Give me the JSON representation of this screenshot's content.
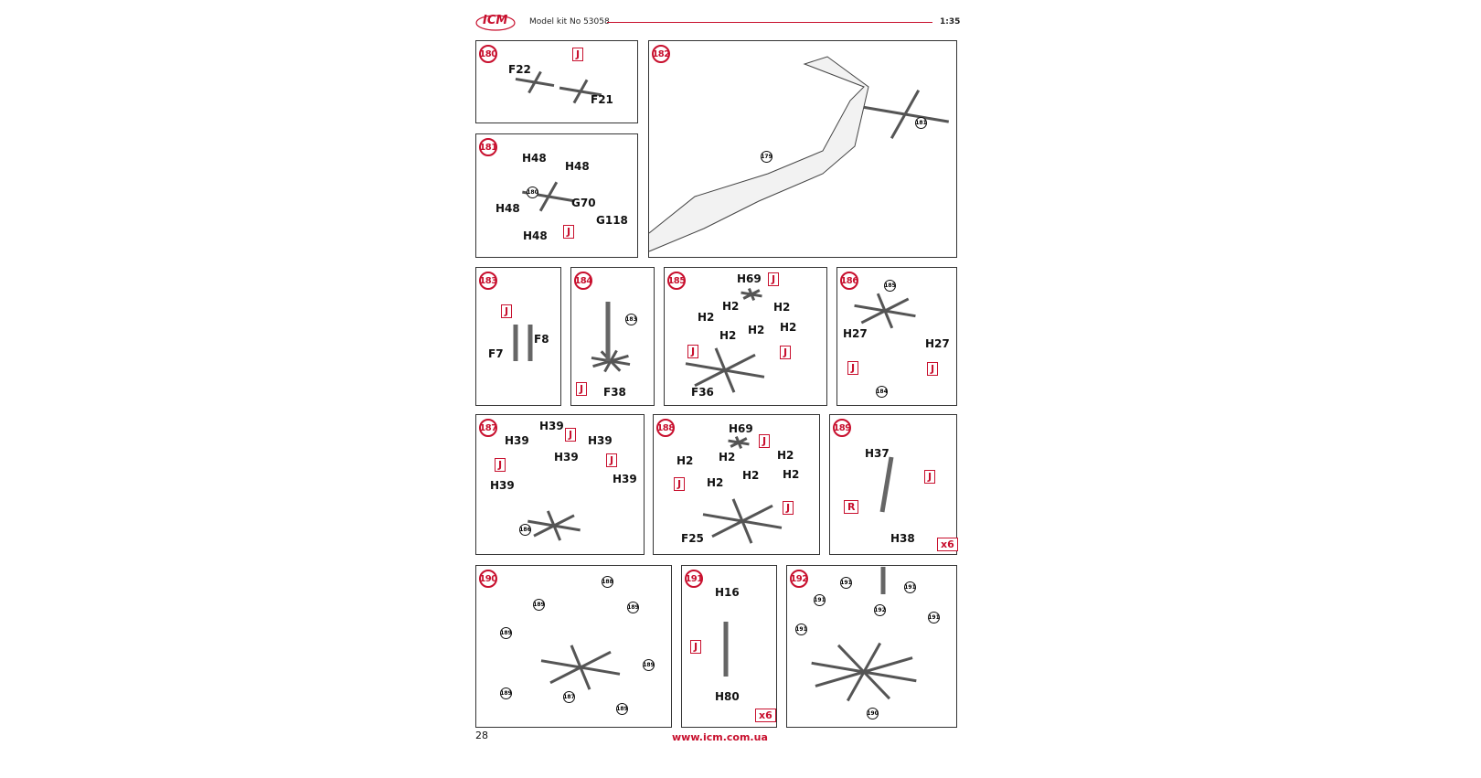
{
  "header": {
    "logo": "ICM",
    "title": "Model kit No 53058",
    "scale": "1:35"
  },
  "footer": {
    "page_number": "28",
    "url": "www.icm.com.ua"
  },
  "colors": {
    "accent": "#c8102e",
    "line": "#333333"
  },
  "panels": [
    {
      "step": "180",
      "labels": [
        "F22",
        "F21"
      ],
      "red": [
        "J"
      ],
      "refs": []
    },
    {
      "step": "181",
      "labels": [
        "H48",
        "H48",
        "H48",
        "H48",
        "G70",
        "G118"
      ],
      "red": [
        "J"
      ],
      "refs": [
        "180"
      ]
    },
    {
      "step": "182",
      "labels": [],
      "red": [],
      "refs": [
        "181",
        "179"
      ]
    },
    {
      "step": "183",
      "labels": [
        "F8",
        "F7"
      ],
      "red": [
        "J"
      ],
      "refs": []
    },
    {
      "step": "184",
      "labels": [
        "F38"
      ],
      "red": [
        "J"
      ],
      "refs": [
        "183"
      ]
    },
    {
      "step": "185",
      "labels": [
        "H69",
        "H2",
        "H2",
        "H2",
        "H2",
        "H2",
        "H2",
        "F36"
      ],
      "red": [
        "J",
        "J",
        "J"
      ],
      "refs": []
    },
    {
      "step": "186",
      "labels": [
        "H27",
        "H27"
      ],
      "red": [
        "J",
        "J"
      ],
      "refs": [
        "185",
        "184"
      ]
    },
    {
      "step": "187",
      "labels": [
        "H39",
        "H39",
        "H39",
        "H39",
        "H39",
        "H39"
      ],
      "red": [
        "J",
        "J",
        "J"
      ],
      "refs": [
        "186"
      ]
    },
    {
      "step": "188",
      "labels": [
        "H69",
        "H2",
        "H2",
        "H2",
        "H2",
        "H2",
        "H2",
        "F25"
      ],
      "red": [
        "J",
        "J",
        "J"
      ],
      "refs": []
    },
    {
      "step": "189",
      "labels": [
        "H37",
        "H38"
      ],
      "red": [
        "J",
        "R",
        "x6"
      ],
      "refs": []
    },
    {
      "step": "190",
      "labels": [],
      "red": [],
      "refs": [
        "188",
        "189",
        "189",
        "189",
        "189",
        "189",
        "187",
        "189"
      ]
    },
    {
      "step": "191",
      "labels": [
        "H16",
        "H80"
      ],
      "red": [
        "J",
        "x6"
      ],
      "refs": []
    },
    {
      "step": "192",
      "labels": [],
      "red": [],
      "refs": [
        "191",
        "191",
        "191",
        "192",
        "191",
        "191",
        "190"
      ]
    }
  ]
}
